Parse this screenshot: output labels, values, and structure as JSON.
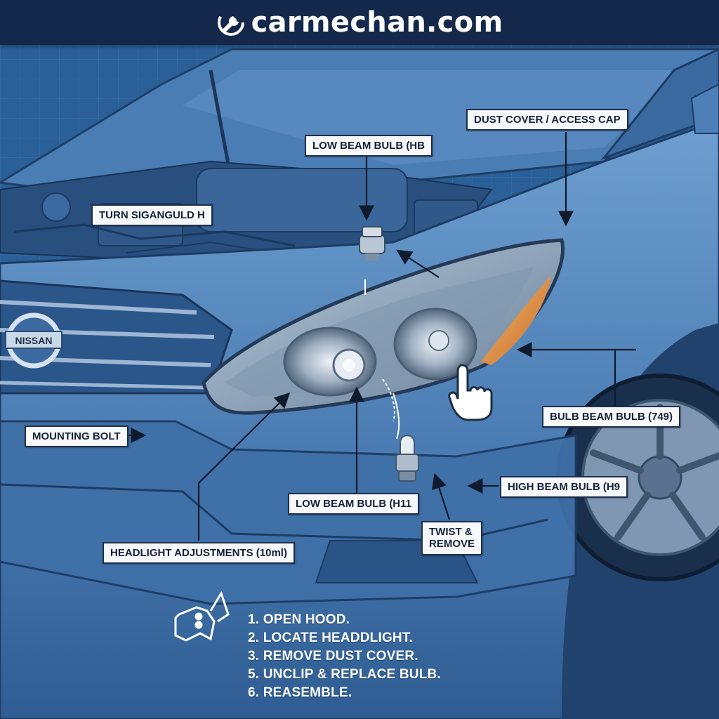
{
  "header": {
    "brand": "carmechan.com",
    "icon": "wrench-gear-icon",
    "background_color": "#13284a"
  },
  "colors": {
    "blueprint_bg": "#2a5f97",
    "car_body": "#4d7fb6",
    "callout_bg": "#f7f8fa",
    "amber_reflector": "#d98a3a"
  },
  "car": {
    "badge_text": "NISSAN"
  },
  "callouts": {
    "turn_signal": "TURN SIGANGULD  H",
    "low_beam_top": "LOW BEAM BULB (HB",
    "dust_cover": "DUST COVER / ACCESS CAP",
    "bulb_beam": "BULB BEAM BULB (749)",
    "mounting_bolt": "MOUNTING BOLT",
    "high_beam": "HIGH BEAM BULB (H9",
    "low_beam_bottom": "LOW BEAM BULB (H11",
    "twist_remove_line1": "TWIST &",
    "twist_remove_line2": "REMOVE",
    "headlight_adjustments": "HEADLIGHT ADJUSTMENTS (10ml)"
  },
  "steps": [
    "1. OPEN HOOD.",
    "2. LOCATE HEADDLIGHT.",
    "3. REMOVE DUST COVER.",
    "5. UNCLIP & REPLACE BULB.",
    "6. REASEMBLE."
  ],
  "icons": [
    "hand-pointer-icon",
    "hood-latch-icon",
    "bulb-icon",
    "socket-icon"
  ]
}
